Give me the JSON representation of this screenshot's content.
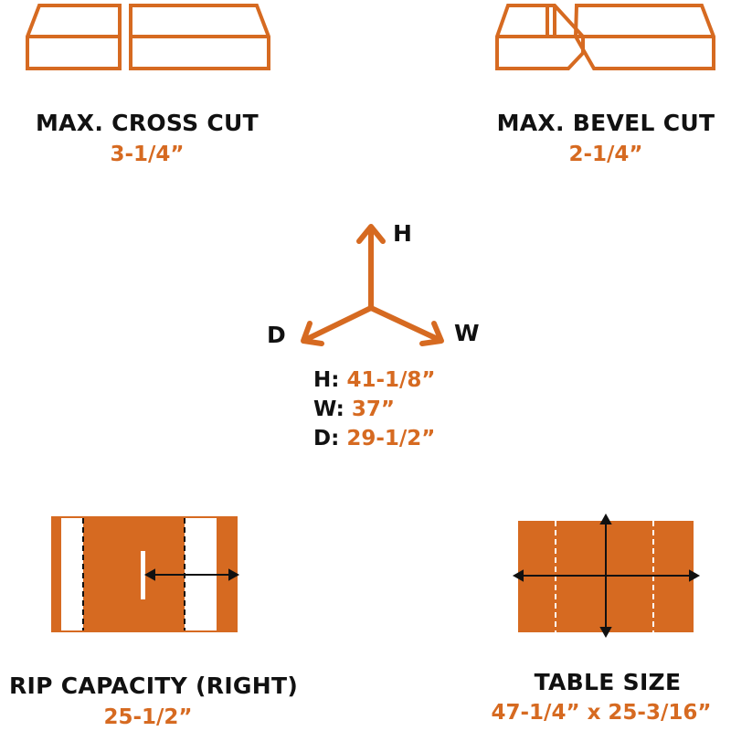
{
  "colors": {
    "accent": "#d66a21",
    "text": "#111111",
    "background": "#ffffff"
  },
  "cross_cut": {
    "title": "MAX. CROSS CUT",
    "value": "3-1/4”",
    "icon": "cross-cut-board-icon"
  },
  "bevel_cut": {
    "title": "MAX. BEVEL CUT",
    "value": "2-1/4”",
    "icon": "bevel-cut-board-icon"
  },
  "dimensions": {
    "axes": {
      "h": "H",
      "w": "W",
      "d": "D"
    },
    "icon": "3d-axis-icon",
    "lines": [
      {
        "label": "H:",
        "value": "41-1/8”"
      },
      {
        "label": "W:",
        "value": "37”"
      },
      {
        "label": "D:",
        "value": "29-1/2”"
      }
    ]
  },
  "rip_capacity": {
    "title": "RIP CAPACITY (RIGHT)",
    "value": "25-1/2”",
    "icon": "rip-capacity-table-icon"
  },
  "table_size": {
    "title": "TABLE SIZE",
    "value": "47-1/4” x 25-3/16”",
    "icon": "table-size-icon"
  }
}
